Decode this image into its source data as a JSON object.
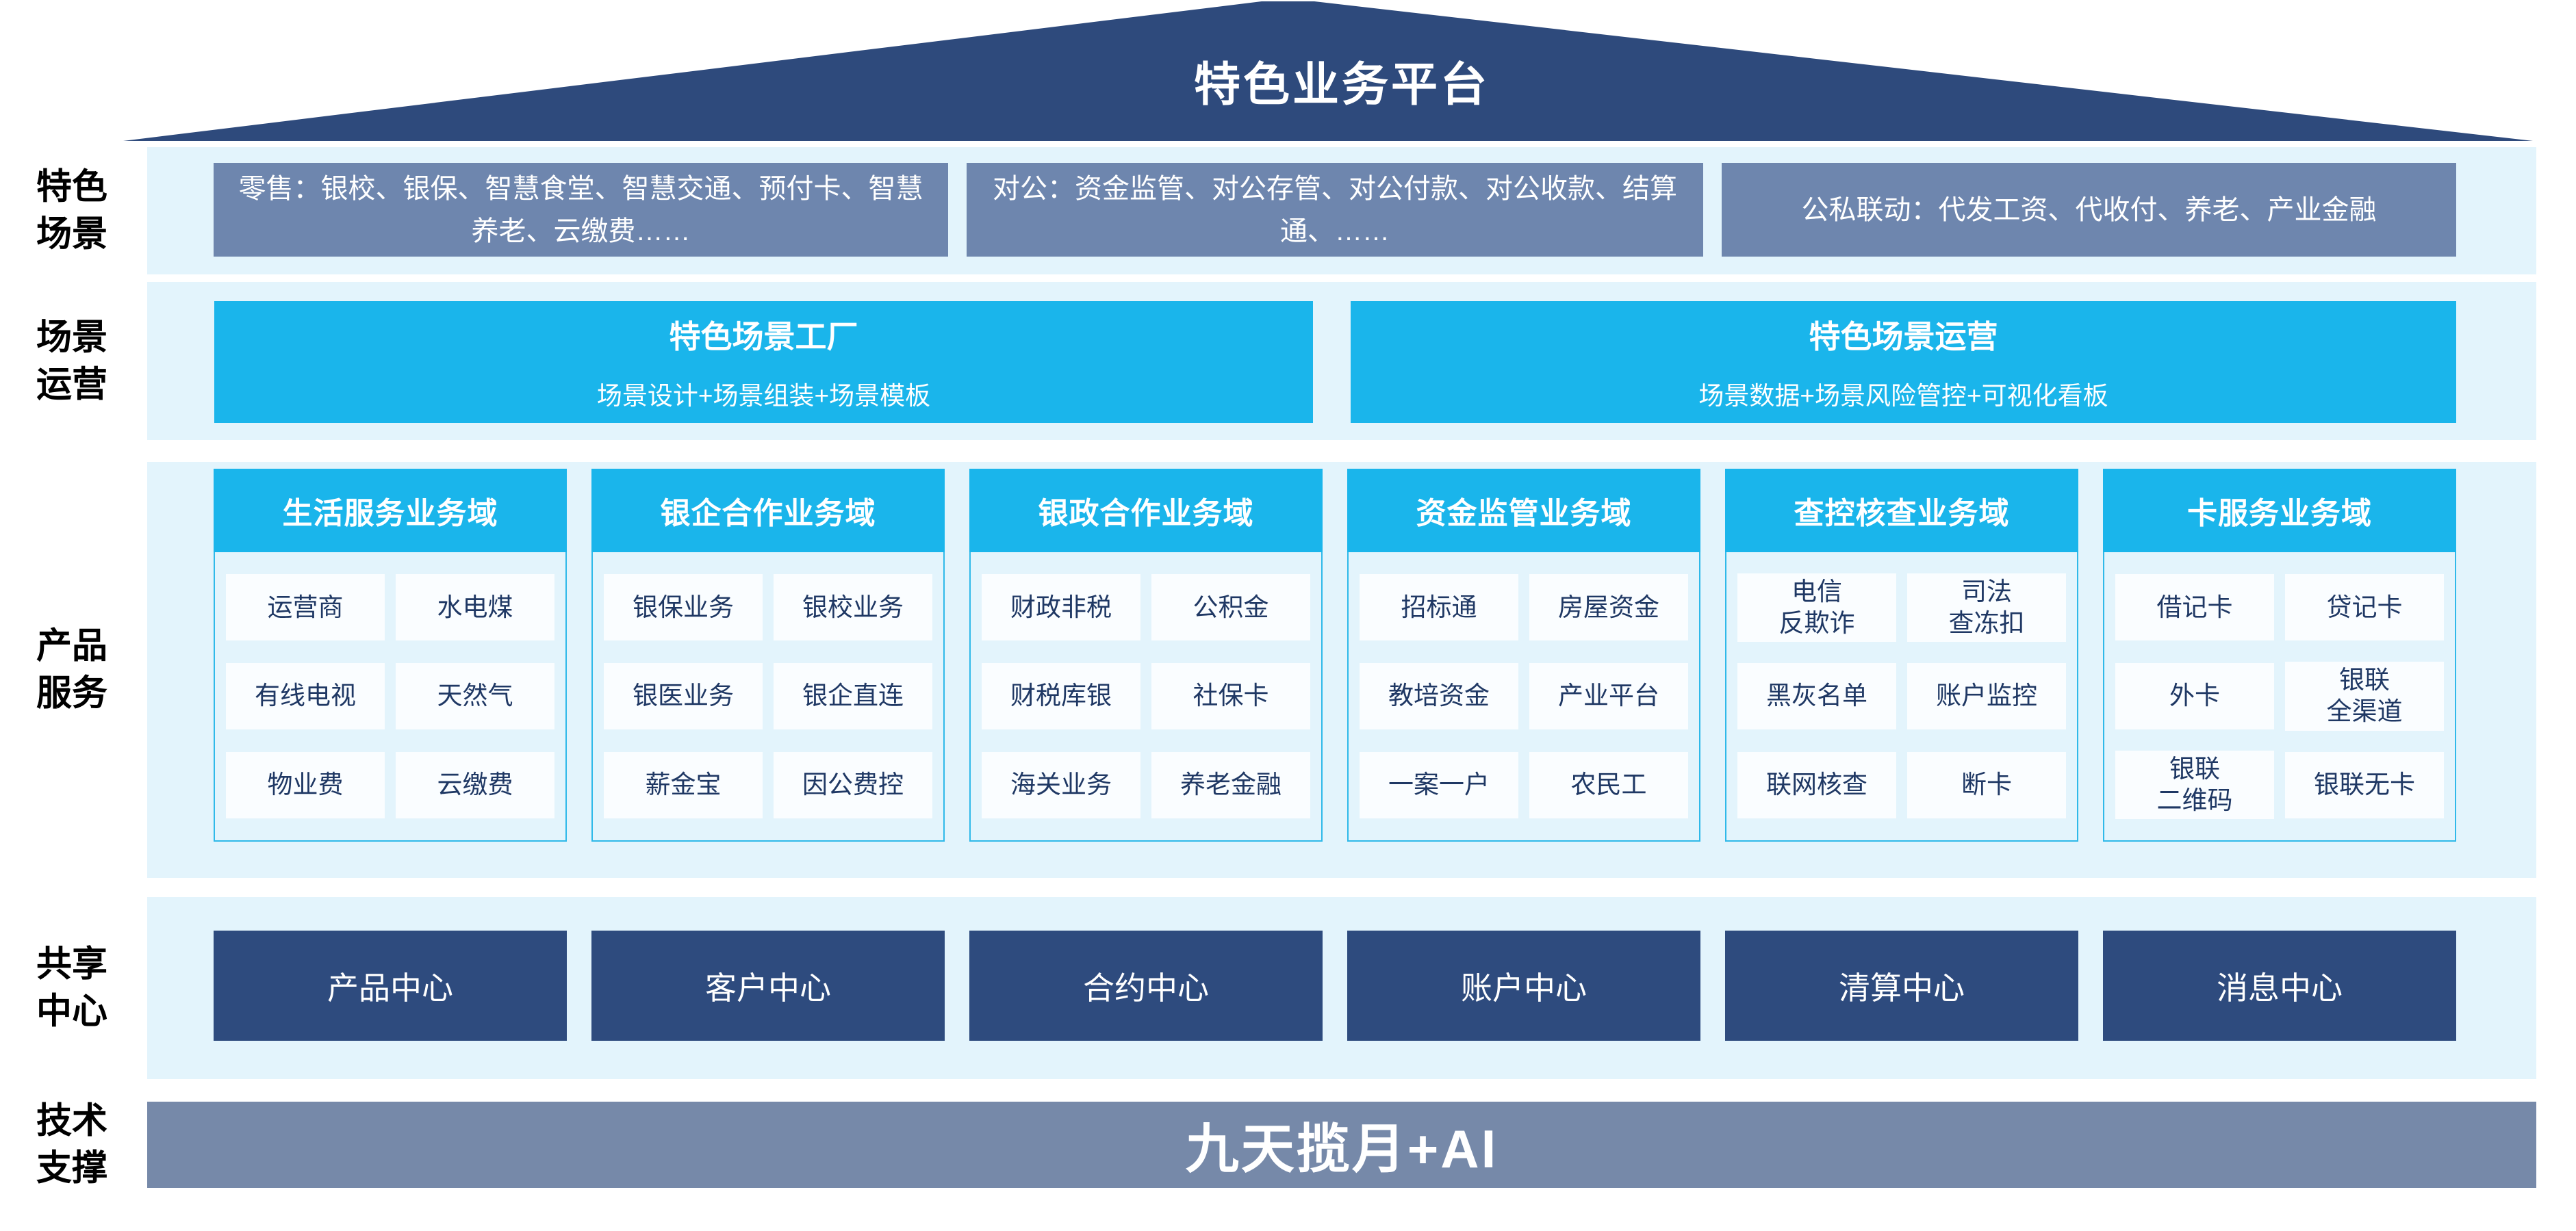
{
  "title": "特色业务平台",
  "colors": {
    "roof_navy": "#2e4a7c",
    "scene_slate": "#6e86ae",
    "cyan": "#1ab5eb",
    "panel_light_blue": "#e3f4fc",
    "cell_bg": "#fafdff",
    "cell_text_navy": "#1f3864",
    "center_navy": "#2e4b7e",
    "tech_bar_slate": "#7689a9"
  },
  "side_labels": {
    "scenes": "特色\n场景",
    "operations": "场景\n运营",
    "products": "产品\n服务",
    "sharing": "共享\n中心",
    "tech": "技术\n支撑"
  },
  "scenes": {
    "boxes": [
      "零售：银校、银保、智慧食堂、智慧交通、预付卡、智慧养老、云缴费……",
      "对公：资金监管、对公存管、对公付款、对公收款、结算通、……",
      "公私联动：代发工资、代收付、养老、产业金融"
    ]
  },
  "operations": {
    "boxes": [
      {
        "title": "特色场景工厂",
        "subtitle": "场景设计+场景组装+场景模板"
      },
      {
        "title": "特色场景运营",
        "subtitle": "场景数据+场景风险管控+可视化看板"
      }
    ]
  },
  "products": {
    "columns": [
      {
        "title": "生活服务业务域",
        "cells": [
          "运营商",
          "水电煤",
          "有线电视",
          "天然气",
          "物业费",
          "云缴费"
        ]
      },
      {
        "title": "银企合作业务域",
        "cells": [
          "银保业务",
          "银校业务",
          "银医业务",
          "银企直连",
          "薪金宝",
          "因公费控"
        ]
      },
      {
        "title": "银政合作业务域",
        "cells": [
          "财政非税",
          "公积金",
          "财税库银",
          "社保卡",
          "海关业务",
          "养老金融"
        ]
      },
      {
        "title": "资金监管业务域",
        "cells": [
          "招标通",
          "房屋资金",
          "教培资金",
          "产业平台",
          "一案一户",
          "农民工"
        ]
      },
      {
        "title": "查控核查业务域",
        "cells": [
          "电信\n反欺诈",
          "司法\n查冻扣",
          "黑灰名单",
          "账户监控",
          "联网核查",
          "断卡"
        ]
      },
      {
        "title": "卡服务业务域",
        "cells": [
          "借记卡",
          "贷记卡",
          "外卡",
          "银联\n全渠道",
          "银联\n二维码",
          "银联无卡"
        ]
      }
    ]
  },
  "sharing": {
    "centers": [
      "产品中心",
      "客户中心",
      "合约中心",
      "账户中心",
      "清算中心",
      "消息中心"
    ]
  },
  "tech": {
    "label": "九天揽月+AI"
  }
}
